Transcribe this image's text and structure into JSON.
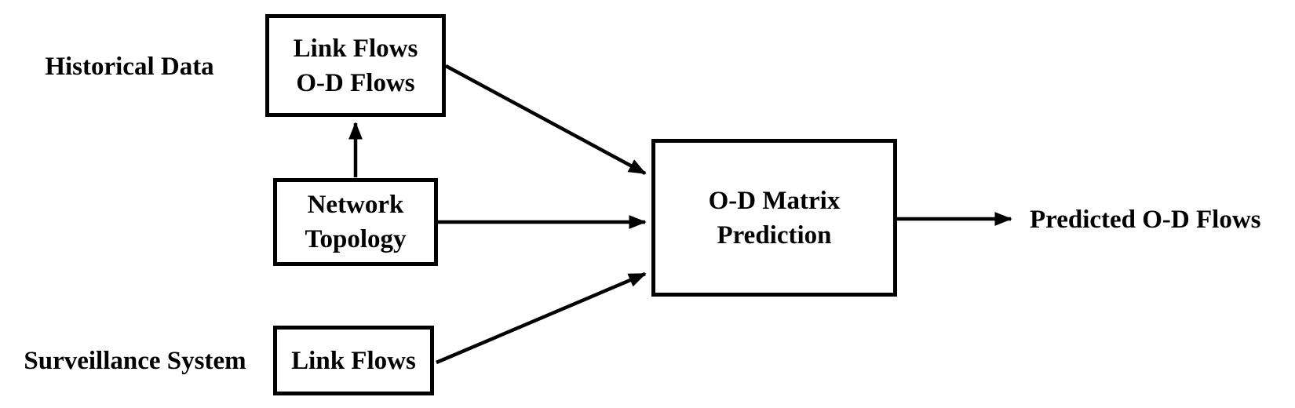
{
  "diagram": {
    "title": "O-D matrix prediction flow diagram",
    "background_color": "#ffffff",
    "stroke_color": "#000000",
    "text_color": "#000000",
    "labels": {
      "historical_data": "Historical Data",
      "surveillance_system": "Surveillance System",
      "predicted_od_flows": "Predicted O-D Flows"
    },
    "boxes": {
      "historical_flows": {
        "line1": "Link Flows",
        "line2": "O-D Flows"
      },
      "network_topology": {
        "line1": "Network",
        "line2": "Topology"
      },
      "surveillance_link_flows": {
        "line1": "Link Flows"
      },
      "od_matrix_prediction": {
        "line1": "O-D Matrix",
        "line2": "Prediction"
      }
    },
    "edges": [
      {
        "from": "historical_flows",
        "to": "od_matrix_prediction"
      },
      {
        "from": "network_topology",
        "to": "historical_flows"
      },
      {
        "from": "network_topology",
        "to": "od_matrix_prediction"
      },
      {
        "from": "surveillance_link_flows",
        "to": "od_matrix_prediction"
      },
      {
        "from": "od_matrix_prediction",
        "to": "predicted_od_flows"
      }
    ]
  }
}
